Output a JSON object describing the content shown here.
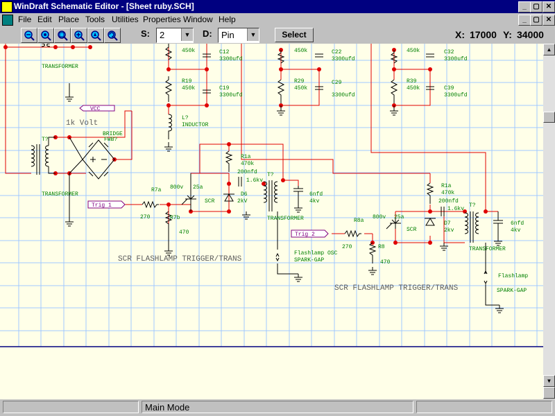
{
  "window": {
    "title": "WinDraft Schematic Editor - [Sheet ruby.SCH]",
    "controls": {
      "minimize": "_",
      "restore": "▢",
      "close": "✕"
    }
  },
  "menu": {
    "items": [
      "File",
      "Edit",
      "Place",
      "Tools",
      "Utilities",
      "Properties",
      "Window",
      "Help"
    ]
  },
  "toolbar": {
    "zoom_icons": [
      "zoom-out-icon",
      "zoom-fit-icon",
      "zoom-area-icon",
      "zoom-in-icon",
      "zoom-pan-icon",
      "zoom-redraw-icon"
    ],
    "s_label": "S:",
    "s_value": "2",
    "d_label": "D:",
    "d_value": "Pin",
    "select_label": "Select",
    "x_label": "X:",
    "x_value": "17000",
    "y_label": "Y:",
    "y_value": "34000"
  },
  "schematic": {
    "labels": {
      "transformer_top": "TRANSFORMER",
      "c12": "C12",
      "c12_val": "3300ufd",
      "r19": "R19",
      "r19_val": "450k",
      "c19": "C19",
      "c19_val": "3300ufd",
      "r_top1_val": "450k",
      "l": "L?",
      "inductor": "INDUCTOR",
      "c22": "C22",
      "c22_val": "3300ufd",
      "r22_val": "450k",
      "r29": "R29",
      "r29_val": "450k",
      "c29": "C29",
      "c29_val": "3300ufd",
      "c32": "C32",
      "c32_val": "3300ufd",
      "r32_val": "450k",
      "r39": "R39",
      "r39_val": "450k",
      "c39": "C39",
      "c39_val": "3300ufd",
      "vcc": "VCC",
      "volt": "1k Volt",
      "t_left": "T?",
      "bridge": "BRIDGE",
      "fwb": "FWB?",
      "transformer_left": "TRANSFORMER",
      "r1a": "R1a",
      "r1a_val": "470k",
      "c_200a": "200nfd",
      "c_16a": "1.6kv",
      "t_mid": "T?",
      "r7a": "R7a",
      "v800a": "800v",
      "a25a": "25a",
      "trig1": "Trig 1",
      "r270a": "270",
      "r7b": "R7b",
      "r470a": "470",
      "scr_a": "SCR",
      "d6": "D6",
      "d6_kv": "2kV",
      "c6": "6nfd",
      "c6_kv": "4kv",
      "transformer_mid": "TRANSFORMER",
      "flashlamp_osc": "Flashlamp OSC",
      "spark_gap_a": "SPARK-GAP",
      "title_a": "SCR FLASHLAMP TRIGGER/TRANS",
      "r1b": "R1a",
      "r1b_val": "470k",
      "c_200b": "200nfd",
      "c_16b": "1.6kv",
      "t_right": "T?",
      "r8a": "R8a",
      "v800b": "800v",
      "a25b": "25a",
      "trig2": "Trig 2",
      "r270b": "270",
      "r8": "R8",
      "r470b": "470",
      "scr_b": "SCR",
      "d7": "D7",
      "d7_kv": "2kv",
      "c6b": "6nfd",
      "c6b_kv": "4kv",
      "transformer_right": "TRANSFORMER",
      "flashlamp": "Flashlamp",
      "spark_gap_b": "SPARK-GAP",
      "title_b": "SCR FLASHLAMP TRIGGER/TRANS"
    }
  },
  "status": {
    "mode": "Main Mode"
  },
  "colors": {
    "titlebar": "#000080",
    "canvas": "#ffffe8",
    "grid": "#a0c8ff",
    "wire": "#e00000",
    "component": "#000000",
    "label": "#008000",
    "port": "#800080"
  }
}
